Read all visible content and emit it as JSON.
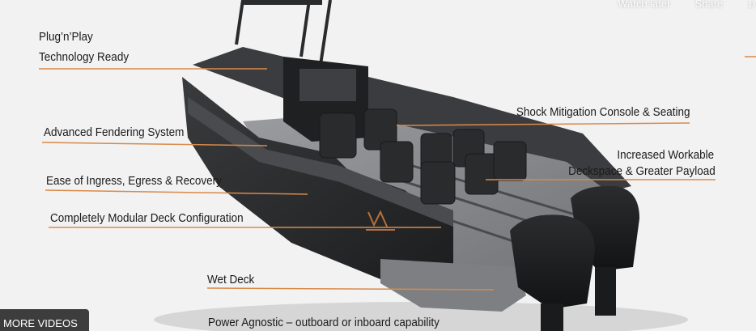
{
  "video": {
    "top_controls": [
      "Watch later",
      "Share",
      "1/"
    ],
    "more_videos_label": "MORE VIDEOS"
  },
  "callouts": {
    "plug_n_play": [
      "Plug’n’Play",
      "Technology Ready"
    ],
    "shock_mitigation": "Shock Mitigation Console & Seating",
    "fendering": "Advanced Fendering System",
    "deckspace": [
      "Increased Workable",
      "Deckspace & Greater Payload"
    ],
    "ingress": "Ease of Ingress, Egress & Recovery",
    "modular_deck": "Completely Modular Deck Configuration",
    "wet_deck": "Wet Deck",
    "power_agnostic": "Power Agnostic – outboard or inboard capability"
  },
  "colors": {
    "leader_line": "#d98a4a",
    "hull": "#2d2e30",
    "deck": "#8a8c8f",
    "engine": "#1f2022",
    "background": "#f2f2f2"
  }
}
